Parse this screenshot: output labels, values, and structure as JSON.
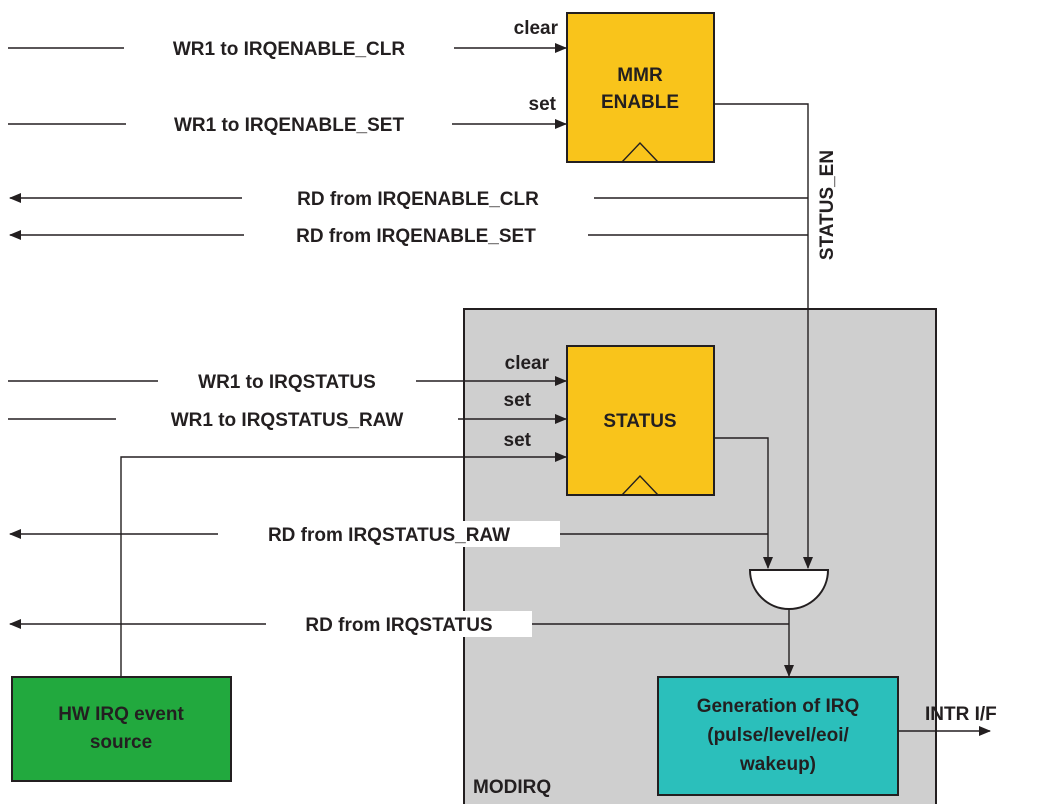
{
  "colors": {
    "mmr_fill": "#f9c41b",
    "status_fill": "#f9c41b",
    "hw_source_fill": "#22a93e",
    "generation_fill": "#2bbfbb",
    "modirq_fill": "#cfcfcf",
    "line": "#231f20"
  },
  "blocks": {
    "mmr_enable": {
      "line1": "MMR",
      "line2": "ENABLE"
    },
    "status": {
      "label": "STATUS"
    },
    "hw_source": {
      "line1": "HW IRQ event",
      "line2": "source"
    },
    "generation": {
      "line1": "Generation of IRQ",
      "line2": "(pulse/level/eoi/",
      "line3": "wakeup)"
    },
    "modirq": {
      "label": "MODIRQ"
    },
    "and_gate": {
      "icon": "and-gate-icon"
    }
  },
  "signals": {
    "wr1_irqenable_clr": "WR1 to IRQENABLE_CLR",
    "wr1_irqenable_set": "WR1 to IRQENABLE_SET",
    "rd_irqenable_clr": "RD from IRQENABLE_CLR",
    "rd_irqenable_set": "RD from IRQENABLE_SET",
    "wr1_irqstatus": "WR1 to IRQSTATUS",
    "wr1_irqstatus_raw": "WR1 to IRQSTATUS_RAW",
    "rd_irqstatus_raw": "RD from IRQSTATUS_RAW",
    "rd_irqstatus": "RD from IRQSTATUS",
    "status_en": "STATUS_EN",
    "intr_if": "INTR I/F"
  },
  "ports": {
    "mmr_clear": "clear",
    "mmr_set": "set",
    "status_clear": "clear",
    "status_set_sw": "set",
    "status_set_hw": "set"
  }
}
